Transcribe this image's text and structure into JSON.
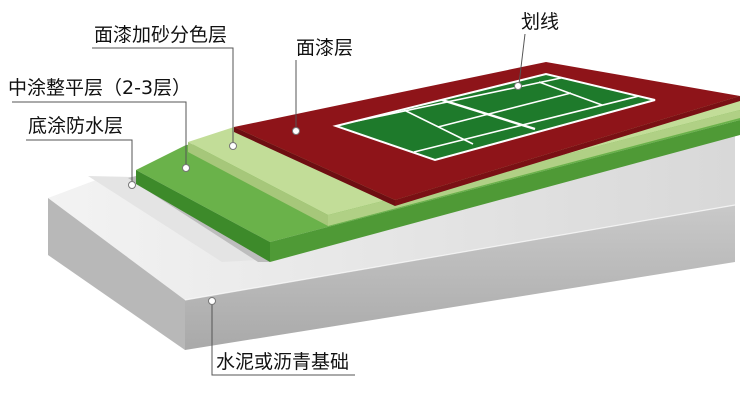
{
  "labels": {
    "top_sand": "面漆加砂分色层",
    "topcoat": "面漆层",
    "lines": "划线",
    "mid": "中涂整平层（2-3层）",
    "base": "底涂防水层",
    "foundation": "水泥或沥青基础"
  },
  "colors": {
    "red_topcoat": "#8e1419",
    "court_green": "#1e7a2b",
    "light_green": "#b5d58b",
    "mid_green": "#55a23d",
    "concrete": "#d9d9d9"
  }
}
